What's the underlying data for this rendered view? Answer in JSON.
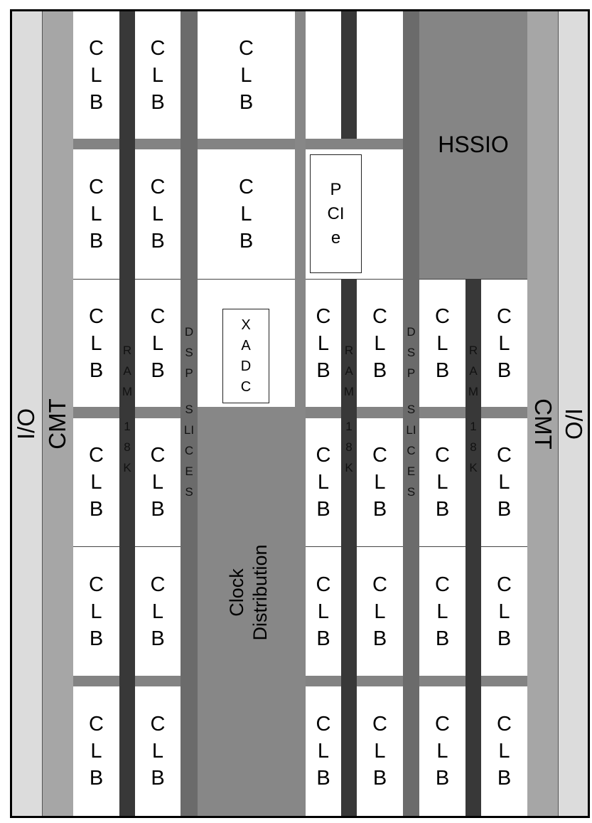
{
  "labels": {
    "io": "I/O",
    "cmt": "CMT",
    "clb": "CLB",
    "hssio": "HSSIO",
    "pcie": "PCIe",
    "xadc": "XADC",
    "clock_line1": "Clock",
    "clock_line2": "Distribution",
    "ram_line1": "RAM",
    "ram_line2": "18K",
    "dsp_line1": "DSP",
    "dsp_line2": "SLICES"
  },
  "colors": {
    "io": "#dcdcdc",
    "cmt": "#a6a6a6",
    "ram": "#383838",
    "dsp": "#6b6b6b",
    "clock": "#878787",
    "hssio": "#858585"
  }
}
